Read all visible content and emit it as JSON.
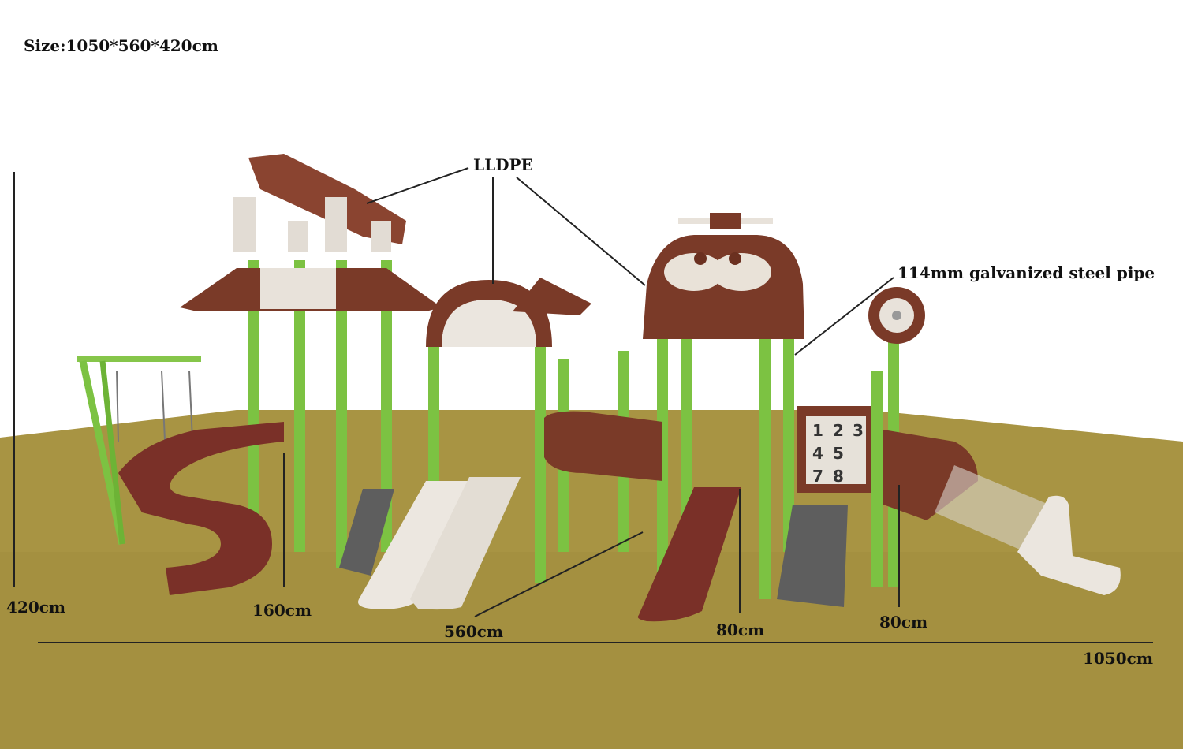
{
  "labels": {
    "size": "Size:1050*560*420cm",
    "material": "LLDPE",
    "pipe": "114mm galvanized steel pipe",
    "height_total": "420cm",
    "height_platform_1": "160cm",
    "depth": "560cm",
    "height_platform_2": "80cm",
    "height_platform_3": "80cm",
    "width_total": "1050cm"
  },
  "panel_numbers": [
    "1",
    "2",
    "3",
    "4",
    "5",
    "7",
    "8"
  ],
  "colors": {
    "ground": "#a99545",
    "brown": "#7a3a28",
    "green": "#7cc242",
    "yellow": "#f0b43c",
    "beige": "#e8e2da"
  }
}
